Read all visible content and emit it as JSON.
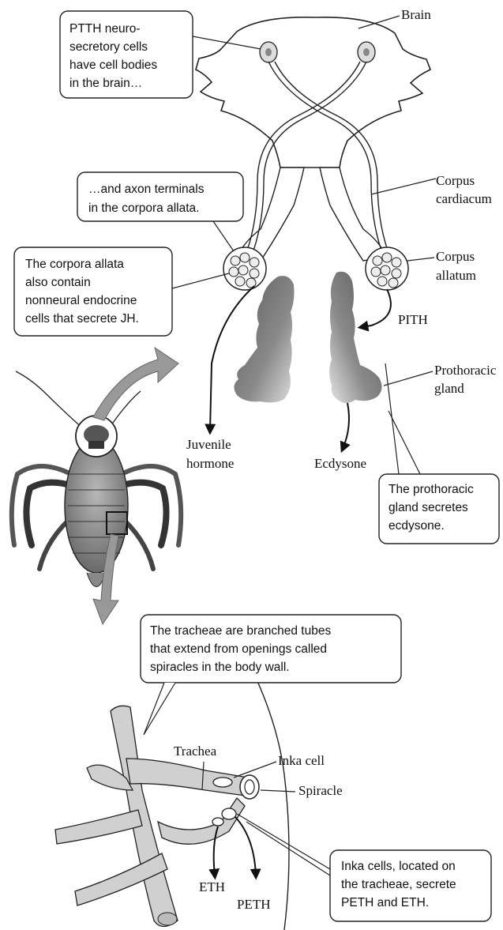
{
  "callouts": {
    "ptth_cells": [
      "PTTH neuro-",
      "secretory cells",
      "have cell bodies",
      "in the brain…"
    ],
    "axon_terminals": [
      "…and axon terminals",
      "in the corpora allata."
    ],
    "corpora_allata": [
      "The corpora allata",
      "also contain",
      "nonneural endocrine",
      "cells that secrete JH."
    ],
    "prothoracic": [
      "The prothoracic",
      "gland secretes",
      "ecdysone."
    ],
    "tracheae": [
      "The tracheae are branched tubes",
      "that extend from openings called",
      "spiracles in the body wall."
    ],
    "inka": [
      "Inka cells, located on",
      "the tracheae, secrete",
      "PETH and ETH."
    ]
  },
  "labels": {
    "brain": "Brain",
    "corpus_cardiacum": [
      "Corpus",
      "cardiacum"
    ],
    "corpus_allatum": [
      "Corpus",
      "allatum"
    ],
    "pith": "PITH",
    "prothoracic_gland": [
      "Prothoracic",
      "gland"
    ],
    "juvenile_hormone": [
      "Juvenile",
      "hormone"
    ],
    "ecdysone": "Ecdysone",
    "trachea": "Trachea",
    "inka_cell": "Inka cell",
    "spiracle": "Spiracle",
    "eth": "ETH",
    "peth": "PETH"
  }
}
